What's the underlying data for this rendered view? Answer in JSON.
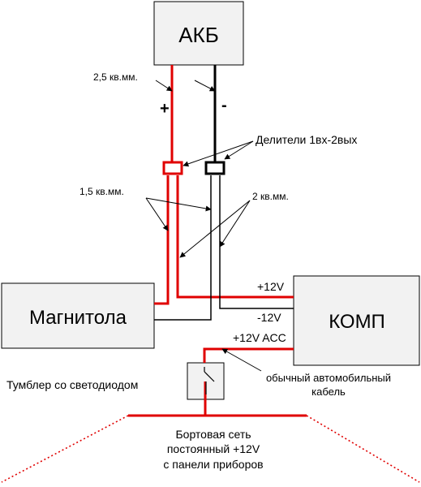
{
  "boxes": {
    "battery": "АКБ",
    "radio": "Магнитола",
    "computer": "КОМП",
    "toggle": ""
  },
  "labels": {
    "wire_2_5": "2,5 кв.мм.",
    "plus": "+",
    "minus": "-",
    "splitters": "Делители 1вх-2вых",
    "wire_1_5": "1,5 кв.мм.",
    "wire_2": "2 кв.мм.",
    "plus12v": "+12V",
    "minus12v": "-12V",
    "plus12v_acc": "+12V ACC",
    "toggle_label": "Тумблер со светодиодом",
    "ordinary_cable_line1": "обычный автомобильный",
    "ordinary_cable_line2": "кабель",
    "onboard_line1": "Бортовая сеть",
    "onboard_line2": "постоянный +12V",
    "onboard_line3": "с панели приборов"
  },
  "colors": {
    "positive_wire": "#e00000",
    "negative_wire": "#000000",
    "box_fill": "#f2f2f2",
    "box_border": "#000000"
  }
}
